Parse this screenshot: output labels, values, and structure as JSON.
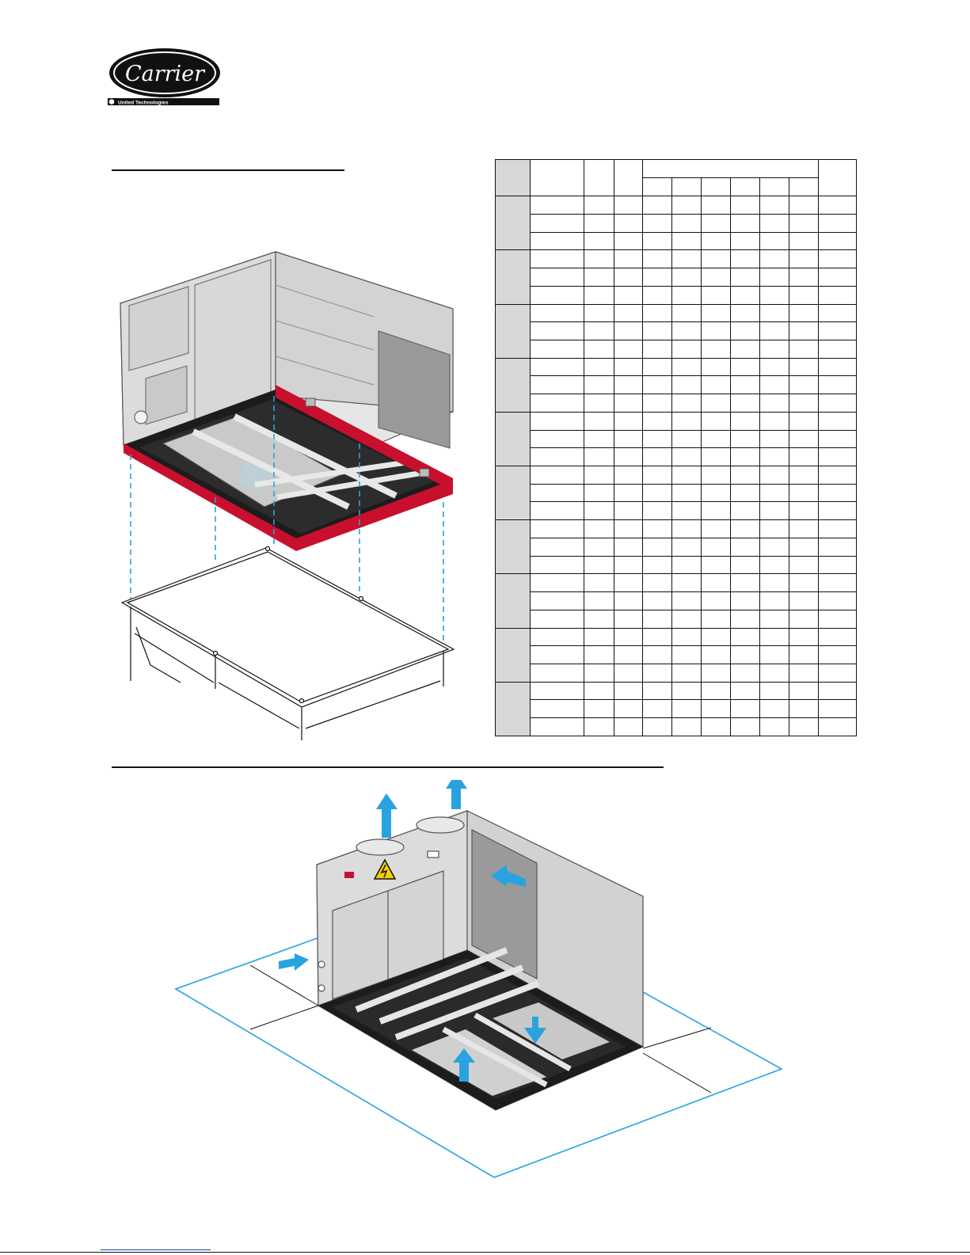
{
  "brand": {
    "name": "Carrier",
    "tagline": "United Technologies"
  },
  "colors": {
    "curb_red": "#c8102e",
    "airflow_blue": "#29a3e0",
    "table_header_gray": "#d7d7d7",
    "warning_yellow": "#f4d000"
  },
  "spec_table": {
    "groups": 10,
    "rows_per_group": 3,
    "data_columns": 11
  },
  "figures": {
    "top": "roof-curb-exploded-view",
    "bottom": "clearance-airflow-view"
  }
}
